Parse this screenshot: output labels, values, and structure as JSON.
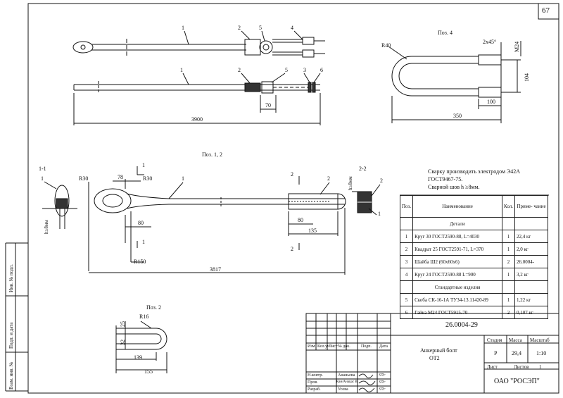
{
  "page_number": "67",
  "views": {
    "top_labels": [
      "1",
      "2",
      "5",
      "4"
    ],
    "mid_labels": [
      "1",
      "2",
      "5",
      "3",
      "6"
    ],
    "dim_70": "70",
    "dim_3900": "3900",
    "pos4_title": "Поз. 4",
    "pos4_r": "R40",
    "pos4_chamfer": "2х45°",
    "pos4_m24": "M24",
    "pos4_104": "104",
    "pos4_100": "100",
    "pos4_350": "350",
    "pos12_title": "Поз. 1, 2",
    "sec11": "1-1",
    "sec22": "2-2",
    "r30a": "R30",
    "r30b": "R30",
    "d78": "78",
    "d80a": "80",
    "d80b": "80",
    "d135": "135",
    "r150": "R150",
    "d3817": "3817",
    "weld_a": "h≥8мм",
    "weld_b": "h≥8мм",
    "cut1": "1",
    "cut2": "2",
    "lbl1": "1",
    "lbl2": "2",
    "pos2_title": "Поз. 2",
    "r16": "R16",
    "d25": "25",
    "d32": "32",
    "d139": "139",
    "d155": "155"
  },
  "note": {
    "line1": "Сварку производить электродом Э42А",
    "line2": "ГОСТ9467-75.",
    "line3": "Сварной шов h ≥8мм."
  },
  "spec": {
    "headers": [
      "Поз.",
      "Наименование",
      "Кол.",
      "Приме-\nчание"
    ],
    "section1": "Детали",
    "rows1": [
      {
        "pos": "1",
        "name": "Круг 30 ГОСТ2590-88, L=4030",
        "qty": "1",
        "note": "22,4 кг"
      },
      {
        "pos": "2",
        "name": "Квадрат 25 ГОСТ2591-71, L=370",
        "qty": "1",
        "note": "2,0 кг"
      },
      {
        "pos": "3",
        "name": "Шайба Ш2 (60х60х6)",
        "qty": "2",
        "note": "26.0004-"
      },
      {
        "pos": "4",
        "name": "Круг 24 ГОСТ2590-88 L=900",
        "qty": "1",
        "note": "3,2 кг"
      }
    ],
    "section2": "Стандартные изделия",
    "rows2": [
      {
        "pos": "5",
        "name": "Скоба СК-16-1А ТУ34-13.11420-89",
        "qty": "1",
        "note": "1,22 кг"
      },
      {
        "pos": "6",
        "name": "Гайка М24 ГОСТ5915-70",
        "qty": "2",
        "note": "0,107 кг"
      }
    ]
  },
  "title_block": {
    "doc_code": "26.0004-29",
    "name1": "Анкерный болт",
    "name2": "ОТ2",
    "stage_h": "Стадия",
    "mass_h": "Масса",
    "scale_h": "Масштаб",
    "stage": "Р",
    "mass": "29,4",
    "scale": "1:10",
    "sheet": "Лист",
    "sheets": "Листов",
    "sheets_n": "1",
    "org": "ОАО \"РОСЭП\"",
    "cols": [
      "Изм",
      "Кол.уч",
      "Лист",
      "№ док.",
      "Подп.",
      "Дата"
    ],
    "roles": [
      "Н.контр.",
      "Пров.",
      "Разраб."
    ],
    "names": [
      "Ананьева",
      "Кан/Анацас В",
      "Усова"
    ],
    "dates": [
      "97г",
      "97г",
      "97г"
    ]
  },
  "left_margin": [
    "Инв. № подл.",
    "Подп. и дата",
    "Взам. инв. №"
  ]
}
